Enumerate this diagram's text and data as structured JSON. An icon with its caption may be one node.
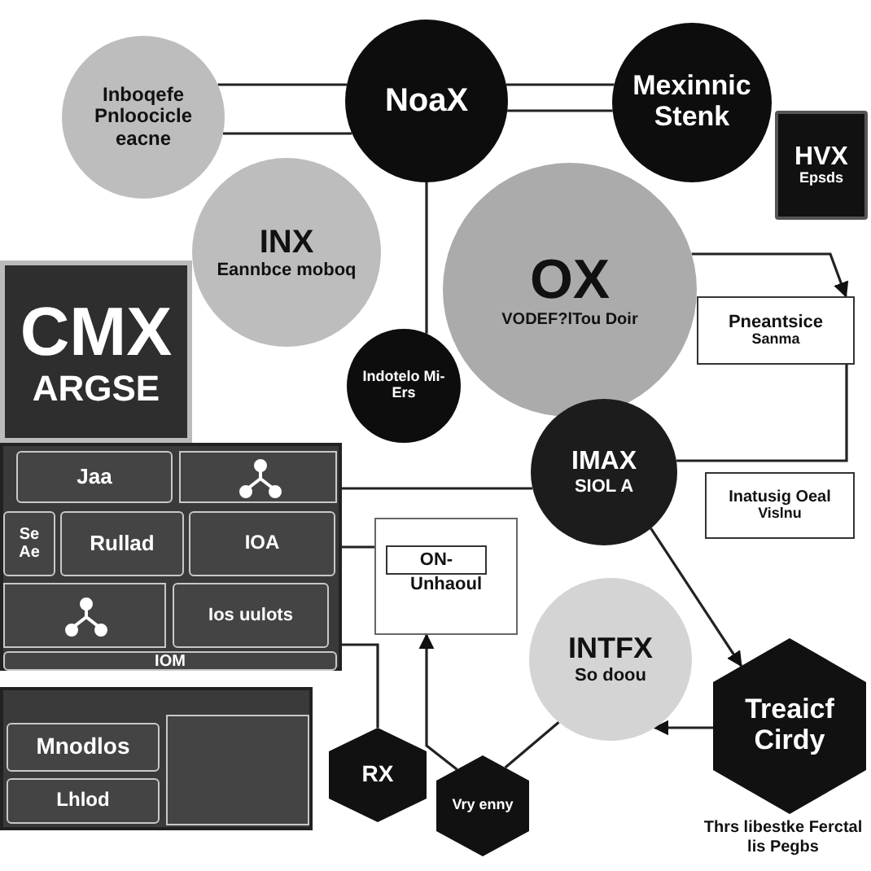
{
  "diagram": {
    "nodes": [
      {
        "text": [
          "Inboqefe Pnloocicle eacne"
        ]
      },
      {
        "text": [
          "NoaX"
        ]
      },
      {
        "text": [
          "Mexinnic Stenk"
        ]
      },
      {
        "text": [
          "HVX",
          "Epsds"
        ]
      },
      {
        "text": [
          "INX",
          "Eannbce moboq"
        ]
      },
      {
        "text": [
          "OX",
          "VODEF?lTou Doir"
        ]
      },
      {
        "text": [
          "Pneantsice",
          "Sanma"
        ]
      },
      {
        "text": [],
        "shape": "box"
      },
      {
        "text": [
          "CMX",
          "ARGSE"
        ]
      },
      {
        "text": [
          "Indotelo Mi-Ers"
        ]
      },
      {
        "text": [
          "IMAX",
          "SIOL A"
        ]
      },
      {
        "text": [
          "Inatusig Oeal",
          "Vislnu"
        ]
      },
      {
        "text": [
          "Unhaoul"
        ]
      },
      {
        "text": [
          "ON-"
        ],
        "in": 12
      },
      {
        "text": [
          "INTFX",
          "So doou"
        ]
      },
      {
        "text": [
          "Treaicf Cirdy"
        ],
        "beside": [
          "Thrs libestke Ferctal lis Pegbs"
        ]
      },
      {
        "text": [
          "RX"
        ]
      },
      {
        "text": [
          "Vry enny"
        ]
      },
      {
        "text": [],
        "shape": "box"
      },
      {
        "text": [
          "Jaa"
        ],
        "in": 7
      },
      {
        "text": [
          "Se Ae"
        ],
        "in": 7
      },
      {
        "text": [
          "Rullad"
        ],
        "in": 7
      },
      {
        "text": [
          "IOA"
        ],
        "in": 7
      },
      {
        "text": [
          "Ios uulots"
        ],
        "in": 7
      },
      {
        "text": [
          "IOM"
        ],
        "in": 7
      },
      {
        "text": [
          "Mnodlos"
        ],
        "in": 18
      },
      {
        "text": [
          "Lhlod"
        ],
        "in": 18
      },
      {
        "text": [],
        "shape": "box",
        "in": 18
      }
    ],
    "edges": [
      {
        "from": 0,
        "to": 1,
        "arrow": "none"
      },
      {
        "from": 0,
        "to": 1,
        "arrow": "none"
      },
      {
        "from": 1,
        "to": 2,
        "arrow": "none"
      },
      {
        "from": 1,
        "to": 2,
        "arrow": "none"
      },
      {
        "from": 1,
        "to": 9,
        "arrow": "none"
      },
      {
        "from": 5,
        "to": 6,
        "arrow": "to"
      },
      {
        "from": 6,
        "to": 10,
        "arrow": "none"
      },
      {
        "from": 10,
        "to": 15,
        "arrow": "to"
      },
      {
        "from": 15,
        "to": 14,
        "arrow": "to"
      },
      {
        "from": 14,
        "to": 17,
        "arrow": "none"
      },
      {
        "from": 17,
        "to": 12,
        "arrow": "to"
      },
      {
        "from": 7,
        "to": 10,
        "arrow": "none"
      },
      {
        "from": 7,
        "to": 12,
        "arrow": "none"
      },
      {
        "from": 16,
        "to": 7,
        "arrow": "none"
      }
    ]
  }
}
